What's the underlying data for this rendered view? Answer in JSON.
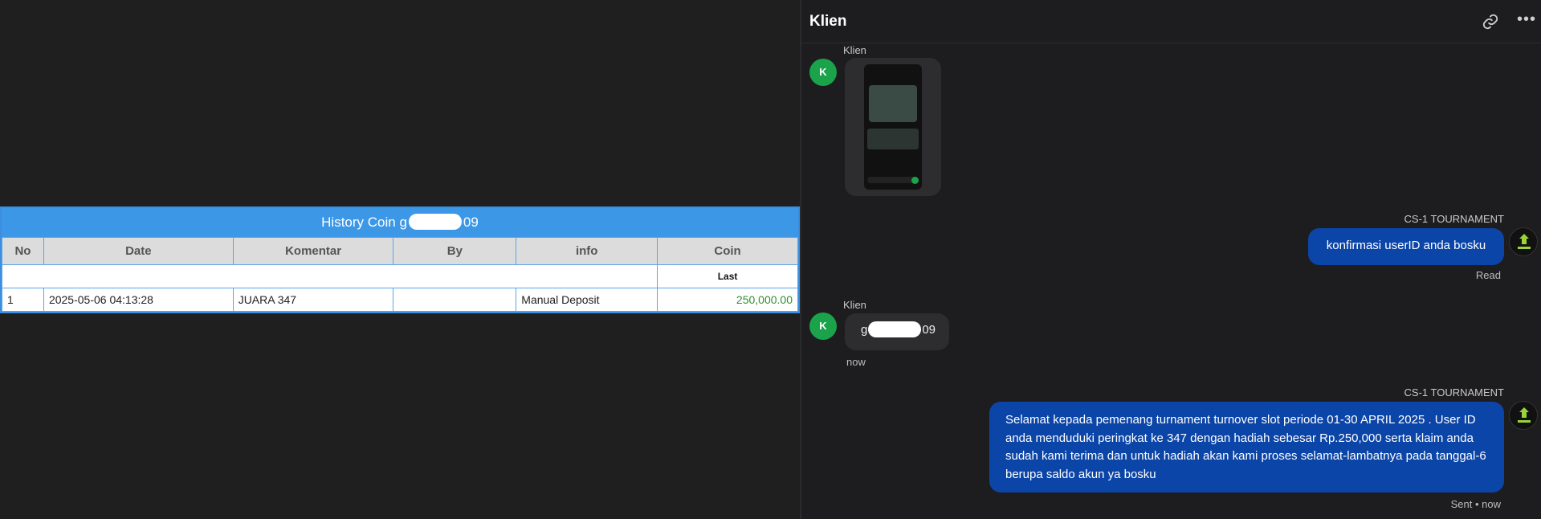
{
  "history": {
    "title_prefix": "History Coin g",
    "title_suffix": "09",
    "columns": [
      "No",
      "Date",
      "Komentar",
      "By",
      "info",
      "Coin"
    ],
    "sub_label": "Last",
    "rows": [
      {
        "no": "1",
        "date": "2025-05-06 04:13:28",
        "komentar": "JUARA 347",
        "by": "",
        "info": "Manual Deposit",
        "coin": "250,000.00"
      }
    ]
  },
  "chat": {
    "title": "Klien",
    "client_name": "Klien",
    "client_initial": "K",
    "agent_name": "CS-1 TOURNAMENT",
    "messages": [
      {
        "text": "konfirmasi userID anda bosku",
        "status": "Read"
      },
      {
        "prefix": "g",
        "suffix": "09",
        "time": "now"
      },
      {
        "text": "Selamat kepada pemenang turnament turnover slot periode 01-30 APRIL 2025 . User ID anda menduduki peringkat ke 347 dengan hadiah sebesar Rp.250,000 serta klaim anda sudah kami terima dan untuk hadiah akan kami proses selamat-lambatnya pada tanggal-6 berupa saldo akun ya bosku",
        "status": "Sent • now"
      }
    ]
  },
  "colors": {
    "accent": "#3c98e6",
    "bubble_out": "#0c45a8",
    "avatar": "#1aa34a",
    "coin": "#2f8f2f"
  },
  "icons": {
    "header_link": "link-icon",
    "header_more": "more-icon"
  }
}
